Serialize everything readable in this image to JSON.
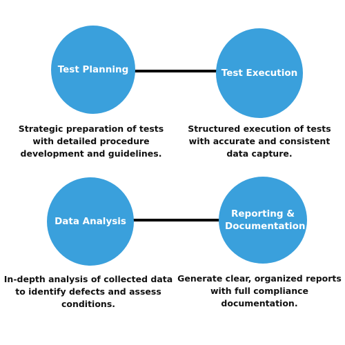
{
  "colors": {
    "node_fill": "#3aa0dc",
    "node_text": "#ffffff",
    "connector": "#000000",
    "text": "#111111",
    "background": "#ffffff"
  },
  "steps": [
    {
      "title": "Test Planning",
      "description": "Strategic preparation of tests with detailed procedure development and guidelines."
    },
    {
      "title": "Test Execution",
      "description": "Structured execution of tests with accurate and consistent data capture."
    },
    {
      "title": "Data Analysis",
      "description": "In-depth analysis of collected data to identify defects and assess conditions."
    },
    {
      "title": "Reporting & Documentation",
      "description": "Generate clear, organized reports with full compliance documentation."
    }
  ]
}
